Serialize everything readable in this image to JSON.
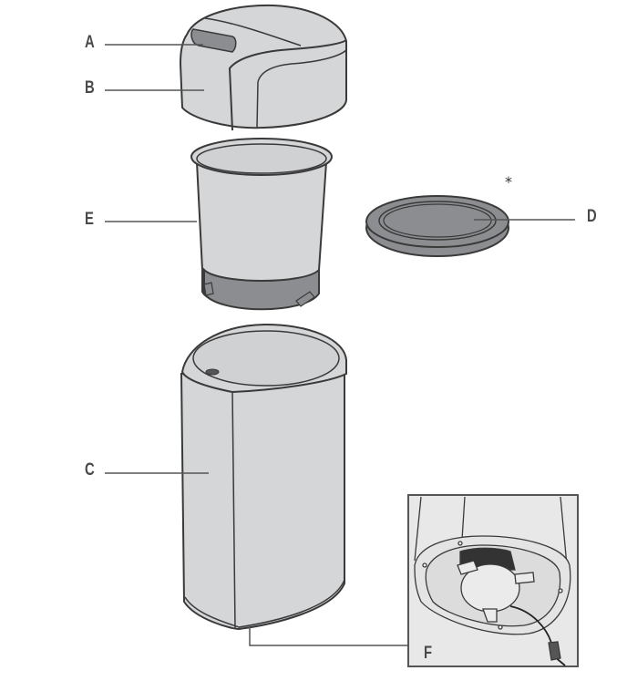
{
  "diagram": {
    "type": "exploded-view product parts diagram",
    "subject": "electric coffee / spice grinder",
    "parts": [
      {
        "id": "A",
        "label": "A",
        "description": "lid button / latch tab"
      },
      {
        "id": "B",
        "label": "B",
        "description": "lid"
      },
      {
        "id": "E",
        "label": "E",
        "description": "removable grinding bowl"
      },
      {
        "id": "D",
        "label": "D",
        "description": "storage cover disc",
        "marker": "*"
      },
      {
        "id": "C",
        "label": "C",
        "description": "motor base housing"
      },
      {
        "id": "F",
        "label": "F",
        "description": "cord storage underneath base (inset)"
      }
    ],
    "asterisk": "*",
    "colors": {
      "body_fill": "#d5d6d8",
      "dark_part_fill": "#8c8d90",
      "outline": "#3a3a3a",
      "leader_line": "#555555",
      "label_text": "#4a4a4a",
      "inset_border": "#555555",
      "inset_bg": "#e8e8e8"
    }
  }
}
